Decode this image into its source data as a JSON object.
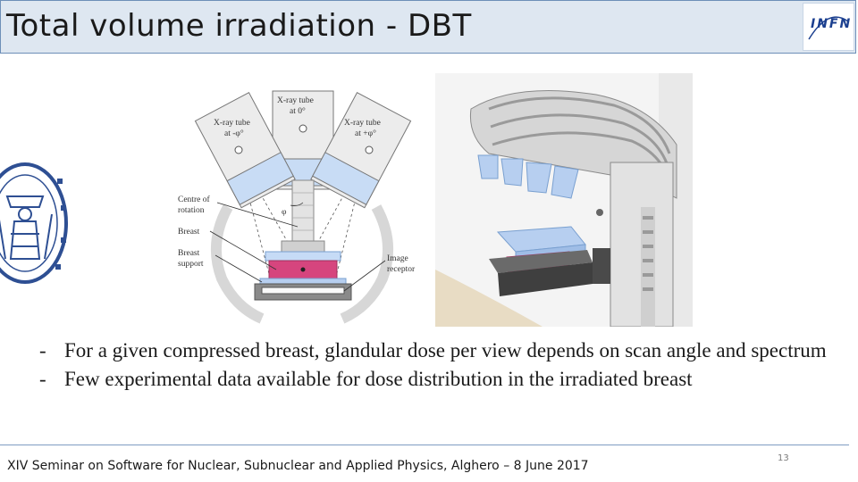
{
  "slide": {
    "title": "Total volume irradiation - DBT",
    "logo_text": "INFN",
    "diagram_labels": {
      "tube_center": "X-ray tube\nat 0°",
      "tube_left": "X-ray tube\nat -φ°",
      "tube_right": "X-ray tube\nat +φ°",
      "centre_rotation": "Centre of\nrotation",
      "breast": "Breast",
      "breast_support": "Breast\nsupport",
      "image_receptor": "Image\nreceptor",
      "phi": "φ"
    },
    "bullets": [
      {
        "dash": "-",
        "text": "For a given compressed breast, glandular dose per view depends on scan angle and spectrum"
      },
      {
        "dash": "-",
        "text": "Few experimental data available for dose distribution in the irradiated breast"
      }
    ],
    "footer": "XIV Seminar on Software for Nuclear, Subnuclear and Applied Physics, Alghero – 8 June 2017",
    "page_number": "13"
  },
  "colors": {
    "title_bg": "#dee7f1",
    "title_border": "#6d8fb8",
    "logo_blue": "#1b3f8f",
    "breast_pink": "#d6457e",
    "filter_blue": "#b7cff0",
    "seal_blue": "#2e4f93"
  }
}
